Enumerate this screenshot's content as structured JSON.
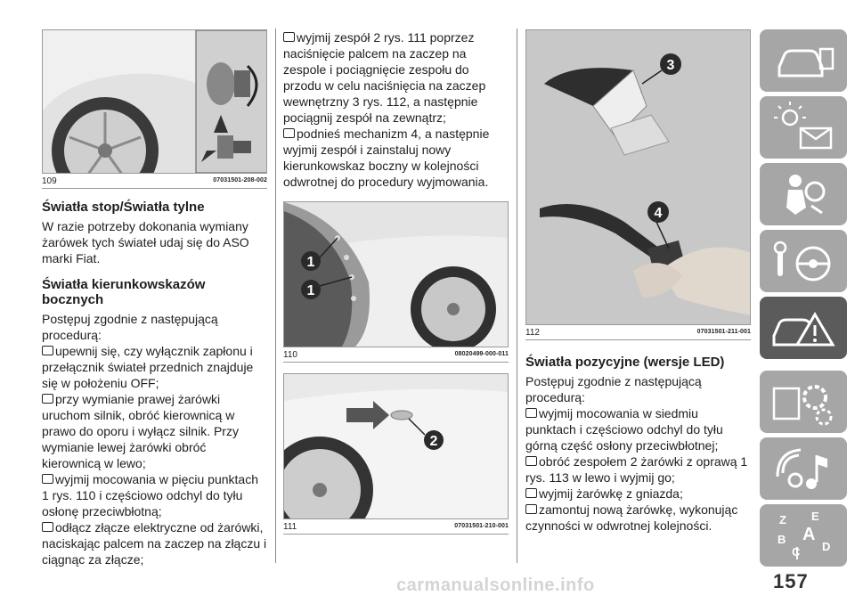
{
  "page_number": "157",
  "watermark": "carmanualsonline.info",
  "figures": {
    "f109": {
      "num": "109",
      "code": "07031501-208-002"
    },
    "f110": {
      "num": "110",
      "code": "08020499-000-011",
      "callouts": [
        "1",
        "1"
      ]
    },
    "f111": {
      "num": "111",
      "code": "07031501-210-001",
      "callouts": [
        "2"
      ]
    },
    "f112": {
      "num": "112",
      "code": "07031501-211-001",
      "callouts": [
        "3",
        "4"
      ]
    }
  },
  "col1": {
    "h1": "Światła stop/Światła tylne",
    "p1": "W razie potrzeby dokonania wymiany żarówek tych świateł udaj się do ASO marki Fiat.",
    "h2": "Światła kierunkowskazów bocznych",
    "p2": "Postępuj zgodnie z następującą procedurą:",
    "b1": "upewnij się, czy wyłącznik zapłonu i przełącznik świateł przednich znajduje się w położeniu OFF;",
    "b2": "przy wymianie prawej żarówki uruchom silnik, obróć kierownicą w prawo do oporu i wyłącz silnik. Przy wymianie lewej żarówki obróć kierownicą w lewo;",
    "b3": "wyjmij mocowania w pięciu punktach 1 rys. 110 i częściowo odchyl do tyłu osłonę przeciwbłotną;",
    "b4": "odłącz złącze elektryczne od żarówki, naciskając palcem na zaczep na złączu i ciągnąc za złącze;"
  },
  "col2": {
    "b1": "wyjmij zespół 2 rys. 111 poprzez naciśnięcie palcem na zaczep na zespole i pociągnięcie zespołu do przodu w celu naciśnięcia na zaczep wewnętrzny 3 rys. 112, a następnie pociągnij zespół na zewnątrz;",
    "b2": "podnieś mechanizm 4, a następnie wyjmij zespół i zainstaluj nowy kierunkowskaz boczny w kolejności odwrotnej do procedury wyjmowania."
  },
  "col3": {
    "h1": "Światła pozycyjne (wersje LED)",
    "p1": "Postępuj zgodnie z następującą procedurą:",
    "b1": "wyjmij mocowania w siedmiu punktach i częściowo odchyl do tyłu górną część osłony przeciwbłotnej;",
    "b2": "obróć zespołem 2 żarówki z oprawą 1 rys. 113 w lewo i wyjmij go;",
    "b3": "wyjmij żarówkę z gniazda;",
    "b4": "zamontuj nową żarówkę, wykonując czynności w odwrotnej kolejności."
  },
  "side_tabs": [
    {
      "icon": "car-dashboard-icon"
    },
    {
      "icon": "warning-lights-icon"
    },
    {
      "icon": "airbag-safety-icon"
    },
    {
      "icon": "steering-key-icon"
    },
    {
      "icon": "emergency-car-icon",
      "active": true
    },
    {
      "icon": "maintenance-gears-icon"
    },
    {
      "icon": "multimedia-note-icon"
    },
    {
      "icon": "index-alphabet-icon"
    }
  ]
}
